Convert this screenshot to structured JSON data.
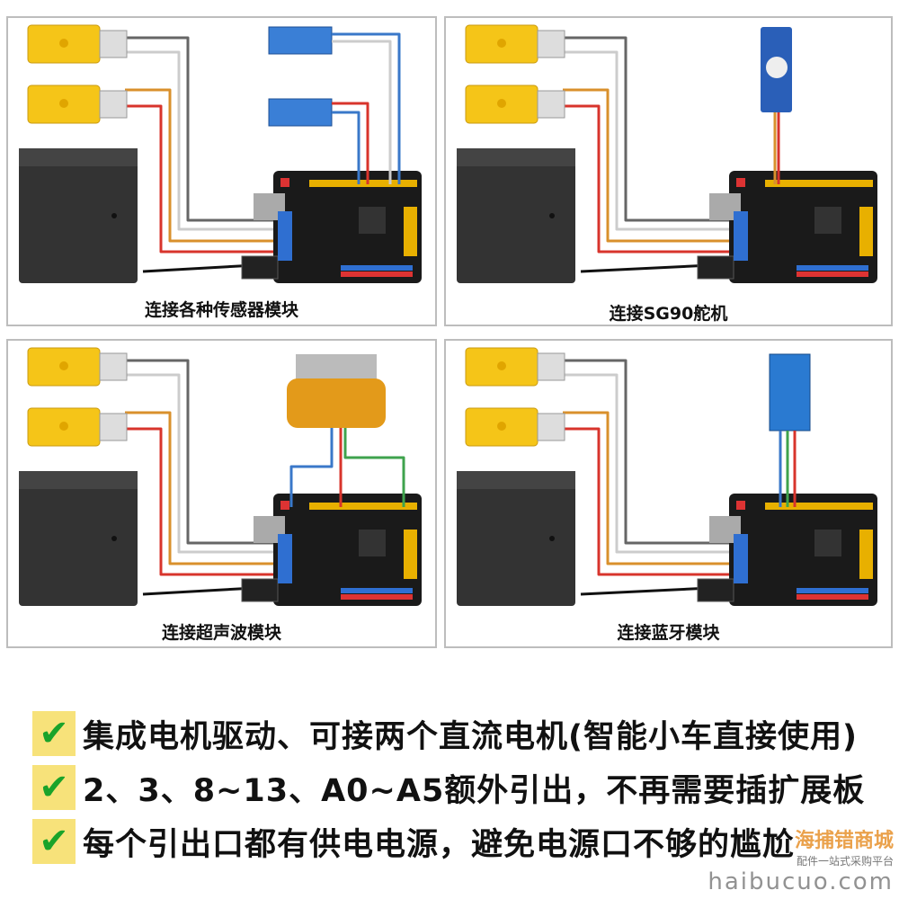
{
  "panels": [
    {
      "caption": "连接各种传感器模块",
      "module": "sensor-modules"
    },
    {
      "caption": "连接SG90舵机",
      "module": "servo"
    },
    {
      "caption": "连接超声波模块",
      "module": "ultrasonic"
    },
    {
      "caption": "连接蓝牙模块",
      "module": "bluetooth"
    }
  ],
  "features": [
    "集成电机驱动、可接两个直流电机(智能小车直接使用)",
    "2、3、8~13、A0~A5额外引出，不再需要插扩展板",
    "每个引出口都有供电电源，避免电源口不够的尴尬"
  ],
  "check_icon": "check-icon",
  "watermark": {
    "name": "海捕错商城",
    "slogan": "配件一站式采购平台",
    "url": "haibucuo.com"
  },
  "colors": {
    "motor": "#f5c518",
    "board": "#1a1a1a",
    "battery": "#333333",
    "check_bg": "#f7e27a",
    "check": "#1aa32a",
    "wire_red": "#d8342c",
    "wire_orange": "#d9902c",
    "wire_gray": "#666666",
    "wire_white": "#cccccc",
    "wire_blue": "#3a78c9",
    "wire_green": "#3fa34d"
  }
}
